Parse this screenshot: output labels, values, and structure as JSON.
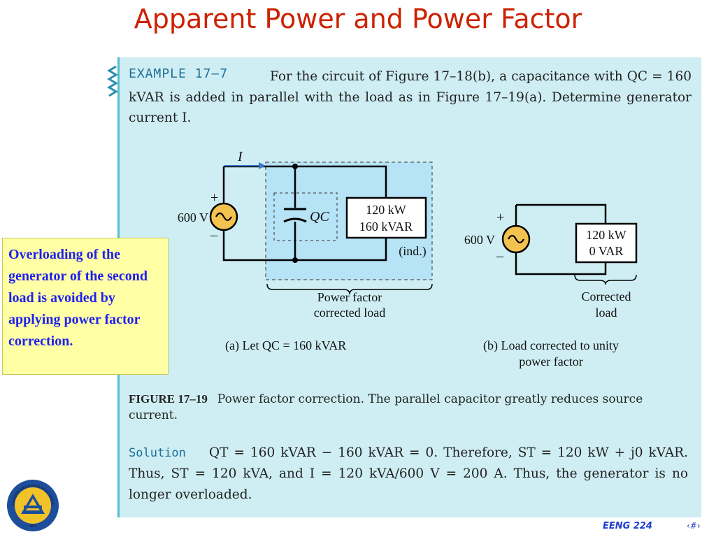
{
  "slide": {
    "title": "Apparent Power and Power Factor",
    "footer": "EENG 224",
    "page_number": "‹#›",
    "logo_text_top": "EASTERN MEDITERRANEAN UNIVERSITY",
    "logo_text_bottom": "DOĞU AKDENİZ ÜNİVERSİTESİ",
    "logo_year": "1979"
  },
  "callout": {
    "text": "Overloading of the generator of the second load is avoided by applying power factor correction."
  },
  "example": {
    "heading": "EXAMPLE 17–7",
    "body": "For the circuit of Figure 17–18(b), a capacitance with QC = 160 kVAR is added in parallel with the load as in Figure 17–19(a). Determine generator current I."
  },
  "figure": {
    "a": {
      "current_label": "I",
      "source_voltage": "600 V",
      "plus": "+",
      "minus": "–",
      "cap_label": "QC",
      "load_line1": "120 kW",
      "load_line2": "160 kVAR",
      "load_note": "(ind.)",
      "brace_line1": "Power factor",
      "brace_line2": "corrected load",
      "caption": "(a) Let QC = 160 kVAR"
    },
    "b": {
      "source_voltage": "600 V",
      "plus": "+",
      "minus": "–",
      "load_line1": "120 kW",
      "load_line2": "0 VAR",
      "brace_line1": "Corrected",
      "brace_line2": "load",
      "caption_line1": "(b) Load corrected to unity",
      "caption_line2": "power factor"
    },
    "caption_label": "FIGURE 17–19",
    "caption_text": "Power factor correction. The parallel capacitor greatly reduces source current."
  },
  "solution": {
    "heading": "Solution",
    "body": "QT = 160 kVAR − 160 kVAR = 0. Therefore, ST = 120 kW + j0 kVAR. Thus, ST = 120 kVA, and I = 120 kVA/600 V = 200 A. Thus, the generator is no longer overloaded."
  }
}
